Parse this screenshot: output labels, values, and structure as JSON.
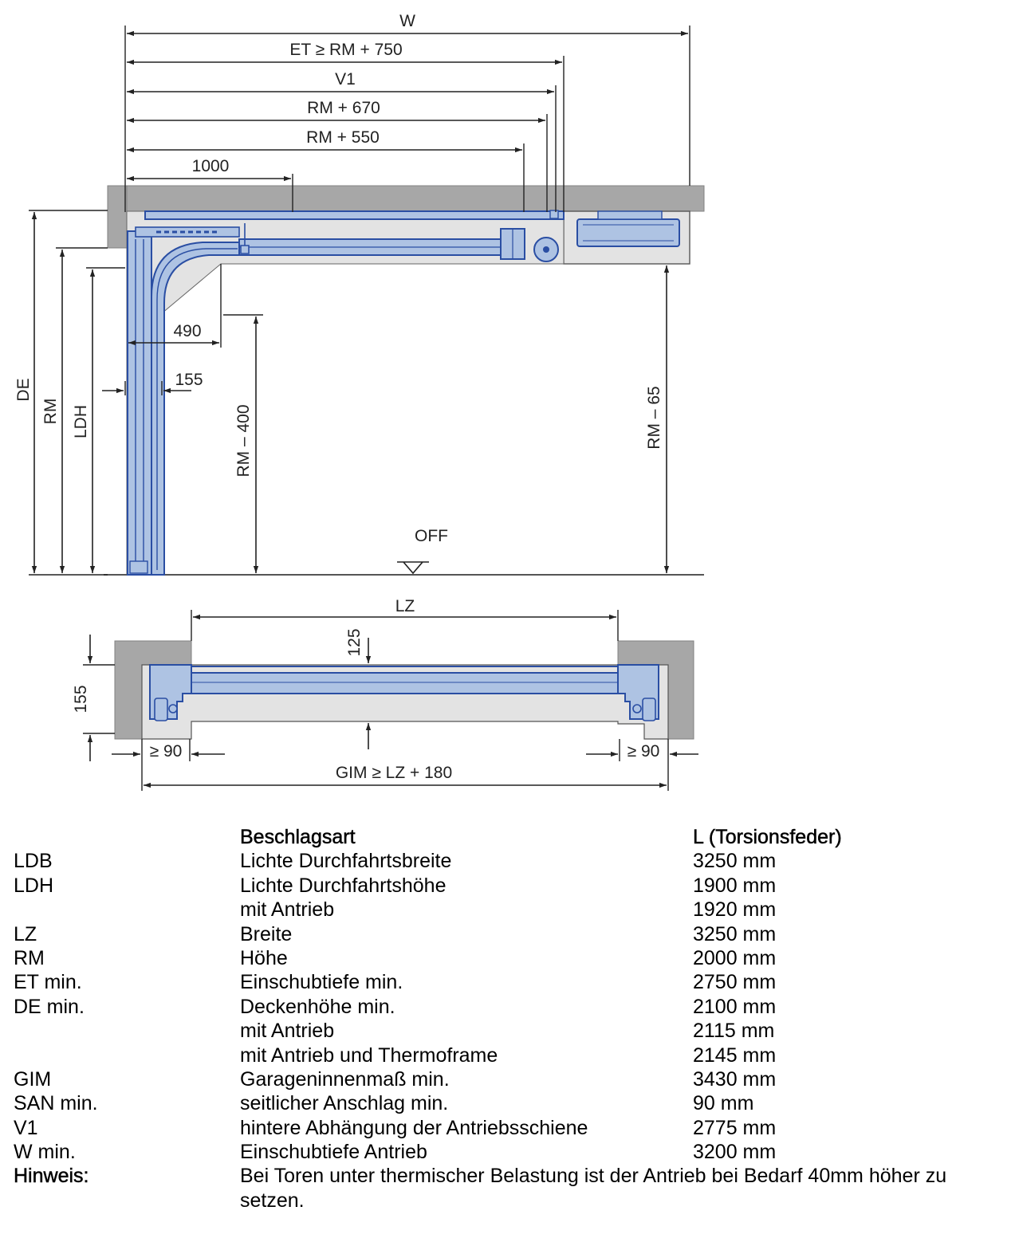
{
  "diagram": {
    "labels": {
      "w": "W",
      "et": "ET ≥ RM + 750",
      "v1": "V1",
      "rm670": "RM + 670",
      "rm550": "RM + 550",
      "d1000": "1000",
      "d490": "490",
      "d155_top": "155",
      "de": "DE",
      "rm": "RM",
      "ldh": "LDH",
      "rm400": "RM – 400",
      "rm65": "RM – 65",
      "off": "OFF",
      "lz": "LZ",
      "d125": "125",
      "d155_plan": "155",
      "san_left": "≥ 90",
      "san_right": "≥ 90",
      "gim": "GIM ≥ LZ + 180"
    },
    "colors": {
      "wall": "#a7a7a7",
      "wall_edge": "#808080",
      "clearance": "#e3e3e3",
      "door_fill": "#aec3e3",
      "door_stroke": "#2a4ea3",
      "dim_line": "#222222"
    }
  },
  "table": {
    "header": {
      "col2": "Beschlagsart",
      "col3": "L (Torsionsfeder)"
    },
    "rows": [
      {
        "abbr": "LDB",
        "desc": "Lichte Durchfahrtsbreite",
        "value": "3250 mm"
      },
      {
        "abbr": "LDH",
        "desc": "Lichte Durchfahrtshöhe",
        "value": "1900 mm"
      },
      {
        "abbr": "",
        "desc": "mit Antrieb",
        "value": "1920 mm"
      },
      {
        "abbr": "LZ",
        "desc": "Breite",
        "value": "3250 mm"
      },
      {
        "abbr": "RM",
        "desc": "Höhe",
        "value": "2000 mm"
      },
      {
        "abbr": "ET min.",
        "desc": "Einschubtiefe min.",
        "value": "2750 mm"
      },
      {
        "abbr": "DE min.",
        "desc": "Deckenhöhe min.",
        "value": "2100 mm"
      },
      {
        "abbr": "",
        "desc": "mit Antrieb",
        "value": "2115 mm"
      },
      {
        "abbr": "",
        "desc": "mit Antrieb und Thermoframe",
        "value": "2145 mm"
      },
      {
        "abbr": "GIM",
        "desc": "Garageninnenmaß min.",
        "value": "3430 mm"
      },
      {
        "abbr": "SAN min.",
        "desc": "seitlicher Anschlag min.",
        "value": "90 mm"
      },
      {
        "abbr": "V1",
        "desc": "hintere Abhängung der Antriebsschiene",
        "value": "2775 mm"
      },
      {
        "abbr": "W min.",
        "desc": "Einschubtiefe Antrieb",
        "value": "3200 mm"
      }
    ],
    "note": {
      "label": "Hinweis:",
      "text": "Bei Toren unter thermischer Belastung ist der Antrieb bei Bedarf 40mm höher zu setzen."
    }
  }
}
